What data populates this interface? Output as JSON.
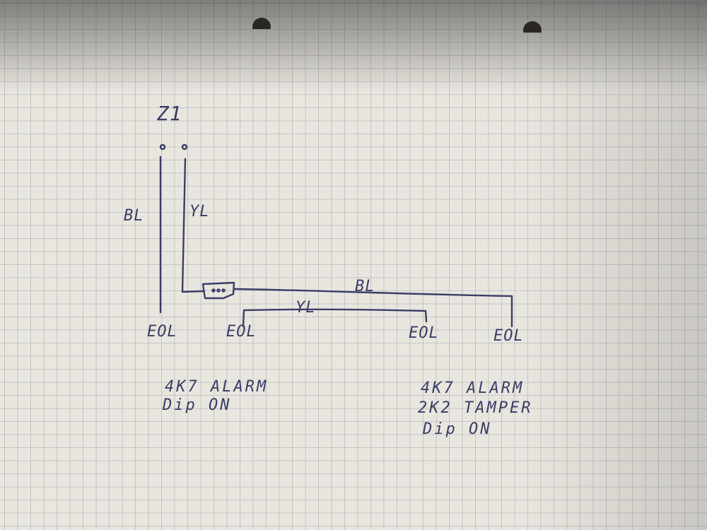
{
  "title": "Z1",
  "wires": {
    "left_vertical_1": "BL",
    "left_vertical_2": "YL",
    "top_horizontal": "BL",
    "lower_horizontal": "YL"
  },
  "eol_labels": [
    "EOL",
    "EOL",
    "EOL",
    "EOL"
  ],
  "notes": {
    "left": [
      "4K7 ALARM",
      "Dip ON"
    ],
    "right": [
      "4K7 ALARM",
      "2K2 TAMPER",
      "Dip ON"
    ]
  },
  "colors": {
    "ink": "#3b3e66",
    "paper": "#e9e6df",
    "grid": "#969faa"
  }
}
